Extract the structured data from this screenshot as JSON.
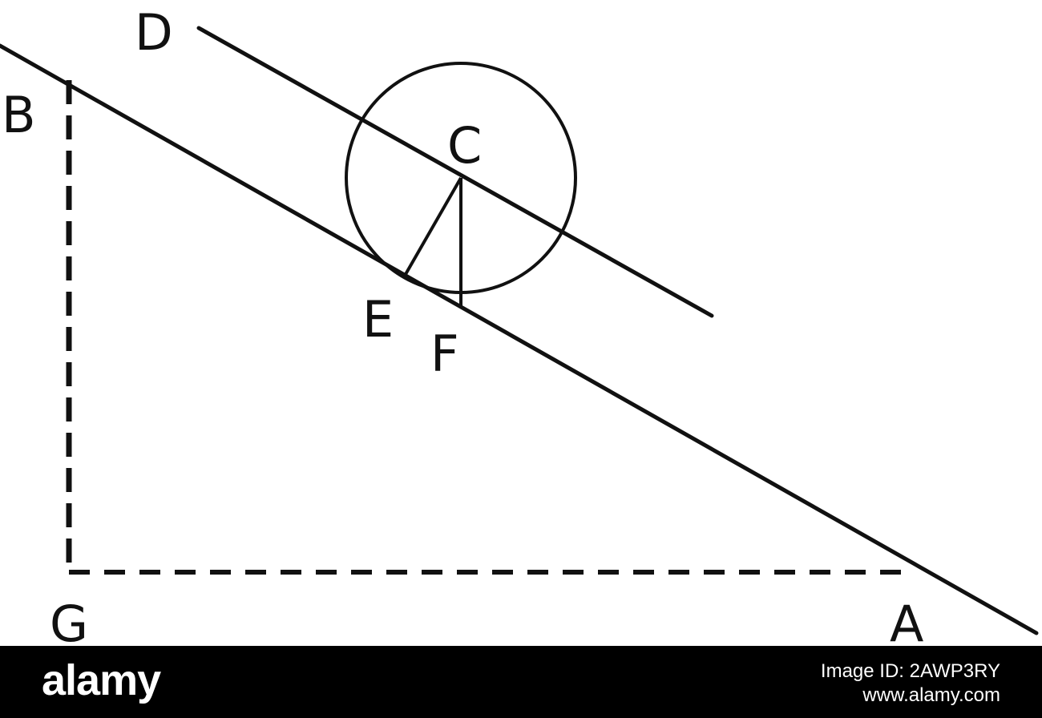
{
  "figure": {
    "labels": {
      "a": "A",
      "b": "B",
      "c": "C",
      "d": "D",
      "e": "E",
      "f": "F",
      "g": "G"
    },
    "line_color": "#111111"
  },
  "footer": {
    "brand": "alamy",
    "image_id": "Image ID: 2AWP3RY",
    "site": "www.alamy.com",
    "background": "#000000",
    "text_color": "#ffffff"
  }
}
